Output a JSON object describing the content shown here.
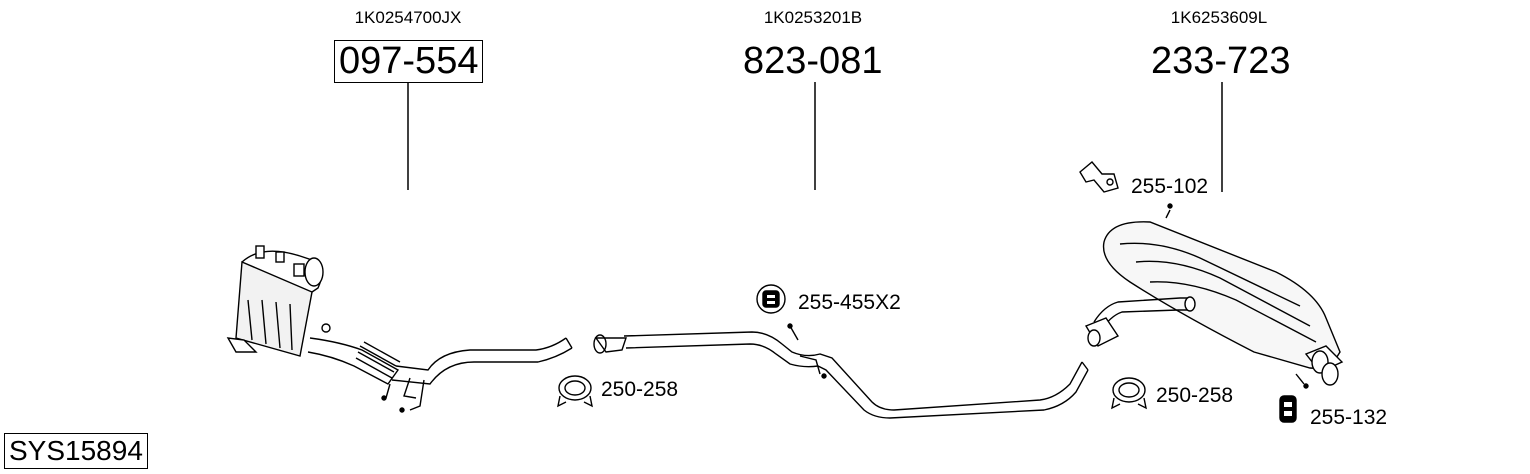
{
  "parts": [
    {
      "oem": "1K0254700JX",
      "number": "097-554"
    },
    {
      "oem": "1K0253201B",
      "number": "823-081"
    },
    {
      "oem": "1K6253609L",
      "number": "233-723"
    }
  ],
  "accessories": {
    "hanger_rubber": "255-455X2",
    "clamp_front": "250-258",
    "clamp_rear": "250-258",
    "bracket_rear": "255-102",
    "mounting_rear": "255-132"
  },
  "system_code": "SYS15894"
}
